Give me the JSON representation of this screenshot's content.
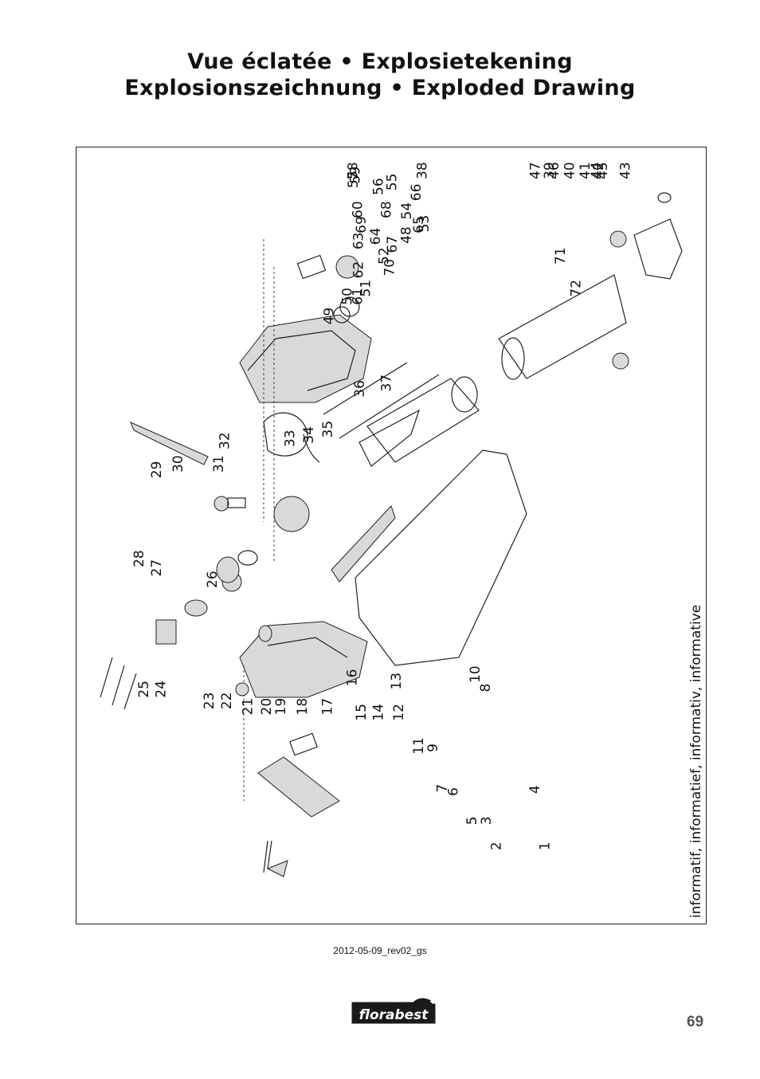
{
  "header": {
    "line1": "Vue éclatée • Explosietekening",
    "line2": "Explosionszeichnung • Exploded Drawing"
  },
  "diagram": {
    "side_note": "informatif, informatief, informativ, informative",
    "part_numbers": [
      "1",
      "2",
      "3",
      "4",
      "5",
      "6",
      "7",
      "8",
      "9",
      "10",
      "11",
      "12",
      "13",
      "14",
      "15",
      "16",
      "17",
      "18",
      "19",
      "20",
      "21",
      "22",
      "23",
      "24",
      "25",
      "26",
      "27",
      "28",
      "29",
      "30",
      "31",
      "32",
      "33",
      "34",
      "35",
      "36",
      "37",
      "38",
      "39",
      "40",
      "41",
      "42",
      "43",
      "44",
      "45",
      "46",
      "47",
      "48",
      "49",
      "50",
      "51",
      "52",
      "53",
      "54",
      "55",
      "56",
      "57",
      "58",
      "59",
      "60",
      "61",
      "62",
      "63",
      "64",
      "65",
      "66",
      "67",
      "68",
      "69",
      "70",
      "71",
      "72"
    ]
  },
  "footer": {
    "revision": "2012-05-09_rev02_gs",
    "brand": "florabest",
    "page_number": "69"
  }
}
